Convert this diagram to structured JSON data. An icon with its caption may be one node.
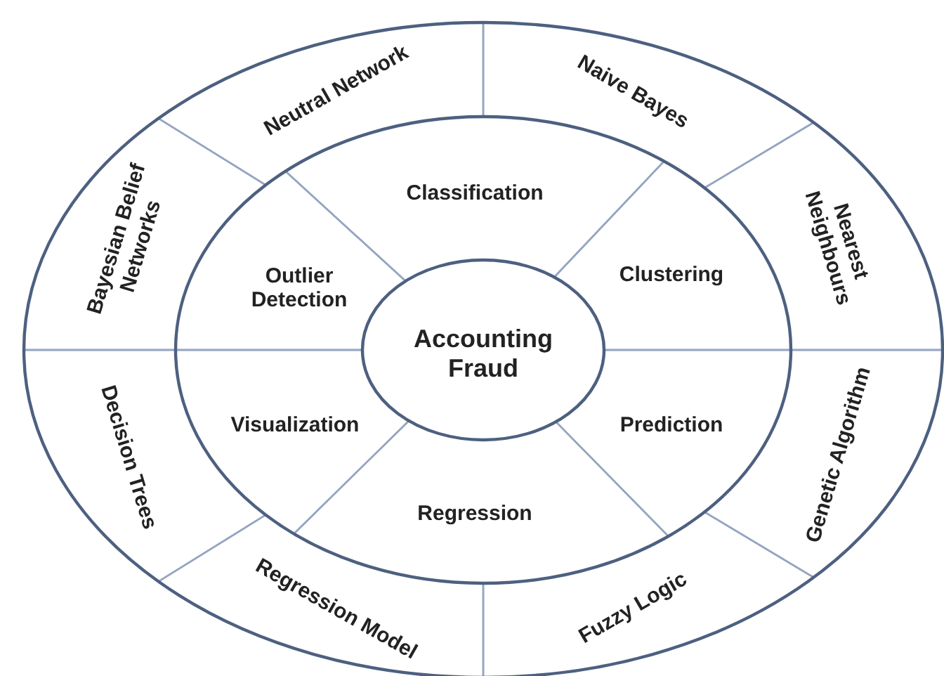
{
  "diagram": {
    "nodes": [
      {
        "text": [
          "Accounting Fraud"
        ]
      },
      {
        "text": [
          "Classification"
        ]
      },
      {
        "text": [
          "Clustering"
        ]
      },
      {
        "text": [
          "Prediction"
        ]
      },
      {
        "text": [
          "Regression"
        ]
      },
      {
        "text": [
          "Visualization"
        ]
      },
      {
        "text": [
          "Outlier Detection"
        ]
      },
      {
        "text": [
          "Neutral Network"
        ]
      },
      {
        "text": [
          "Naive Bayes"
        ]
      },
      {
        "text": [
          "Nearest Neighbours"
        ]
      },
      {
        "text": [
          "Genetic Algorithm"
        ]
      },
      {
        "text": [
          "Fuzzy Logic"
        ]
      },
      {
        "text": [
          "Regression Model"
        ]
      },
      {
        "text": [
          "Decision Trees"
        ]
      },
      {
        "text": [
          "Bayesian Belief Networks"
        ]
      }
    ]
  }
}
